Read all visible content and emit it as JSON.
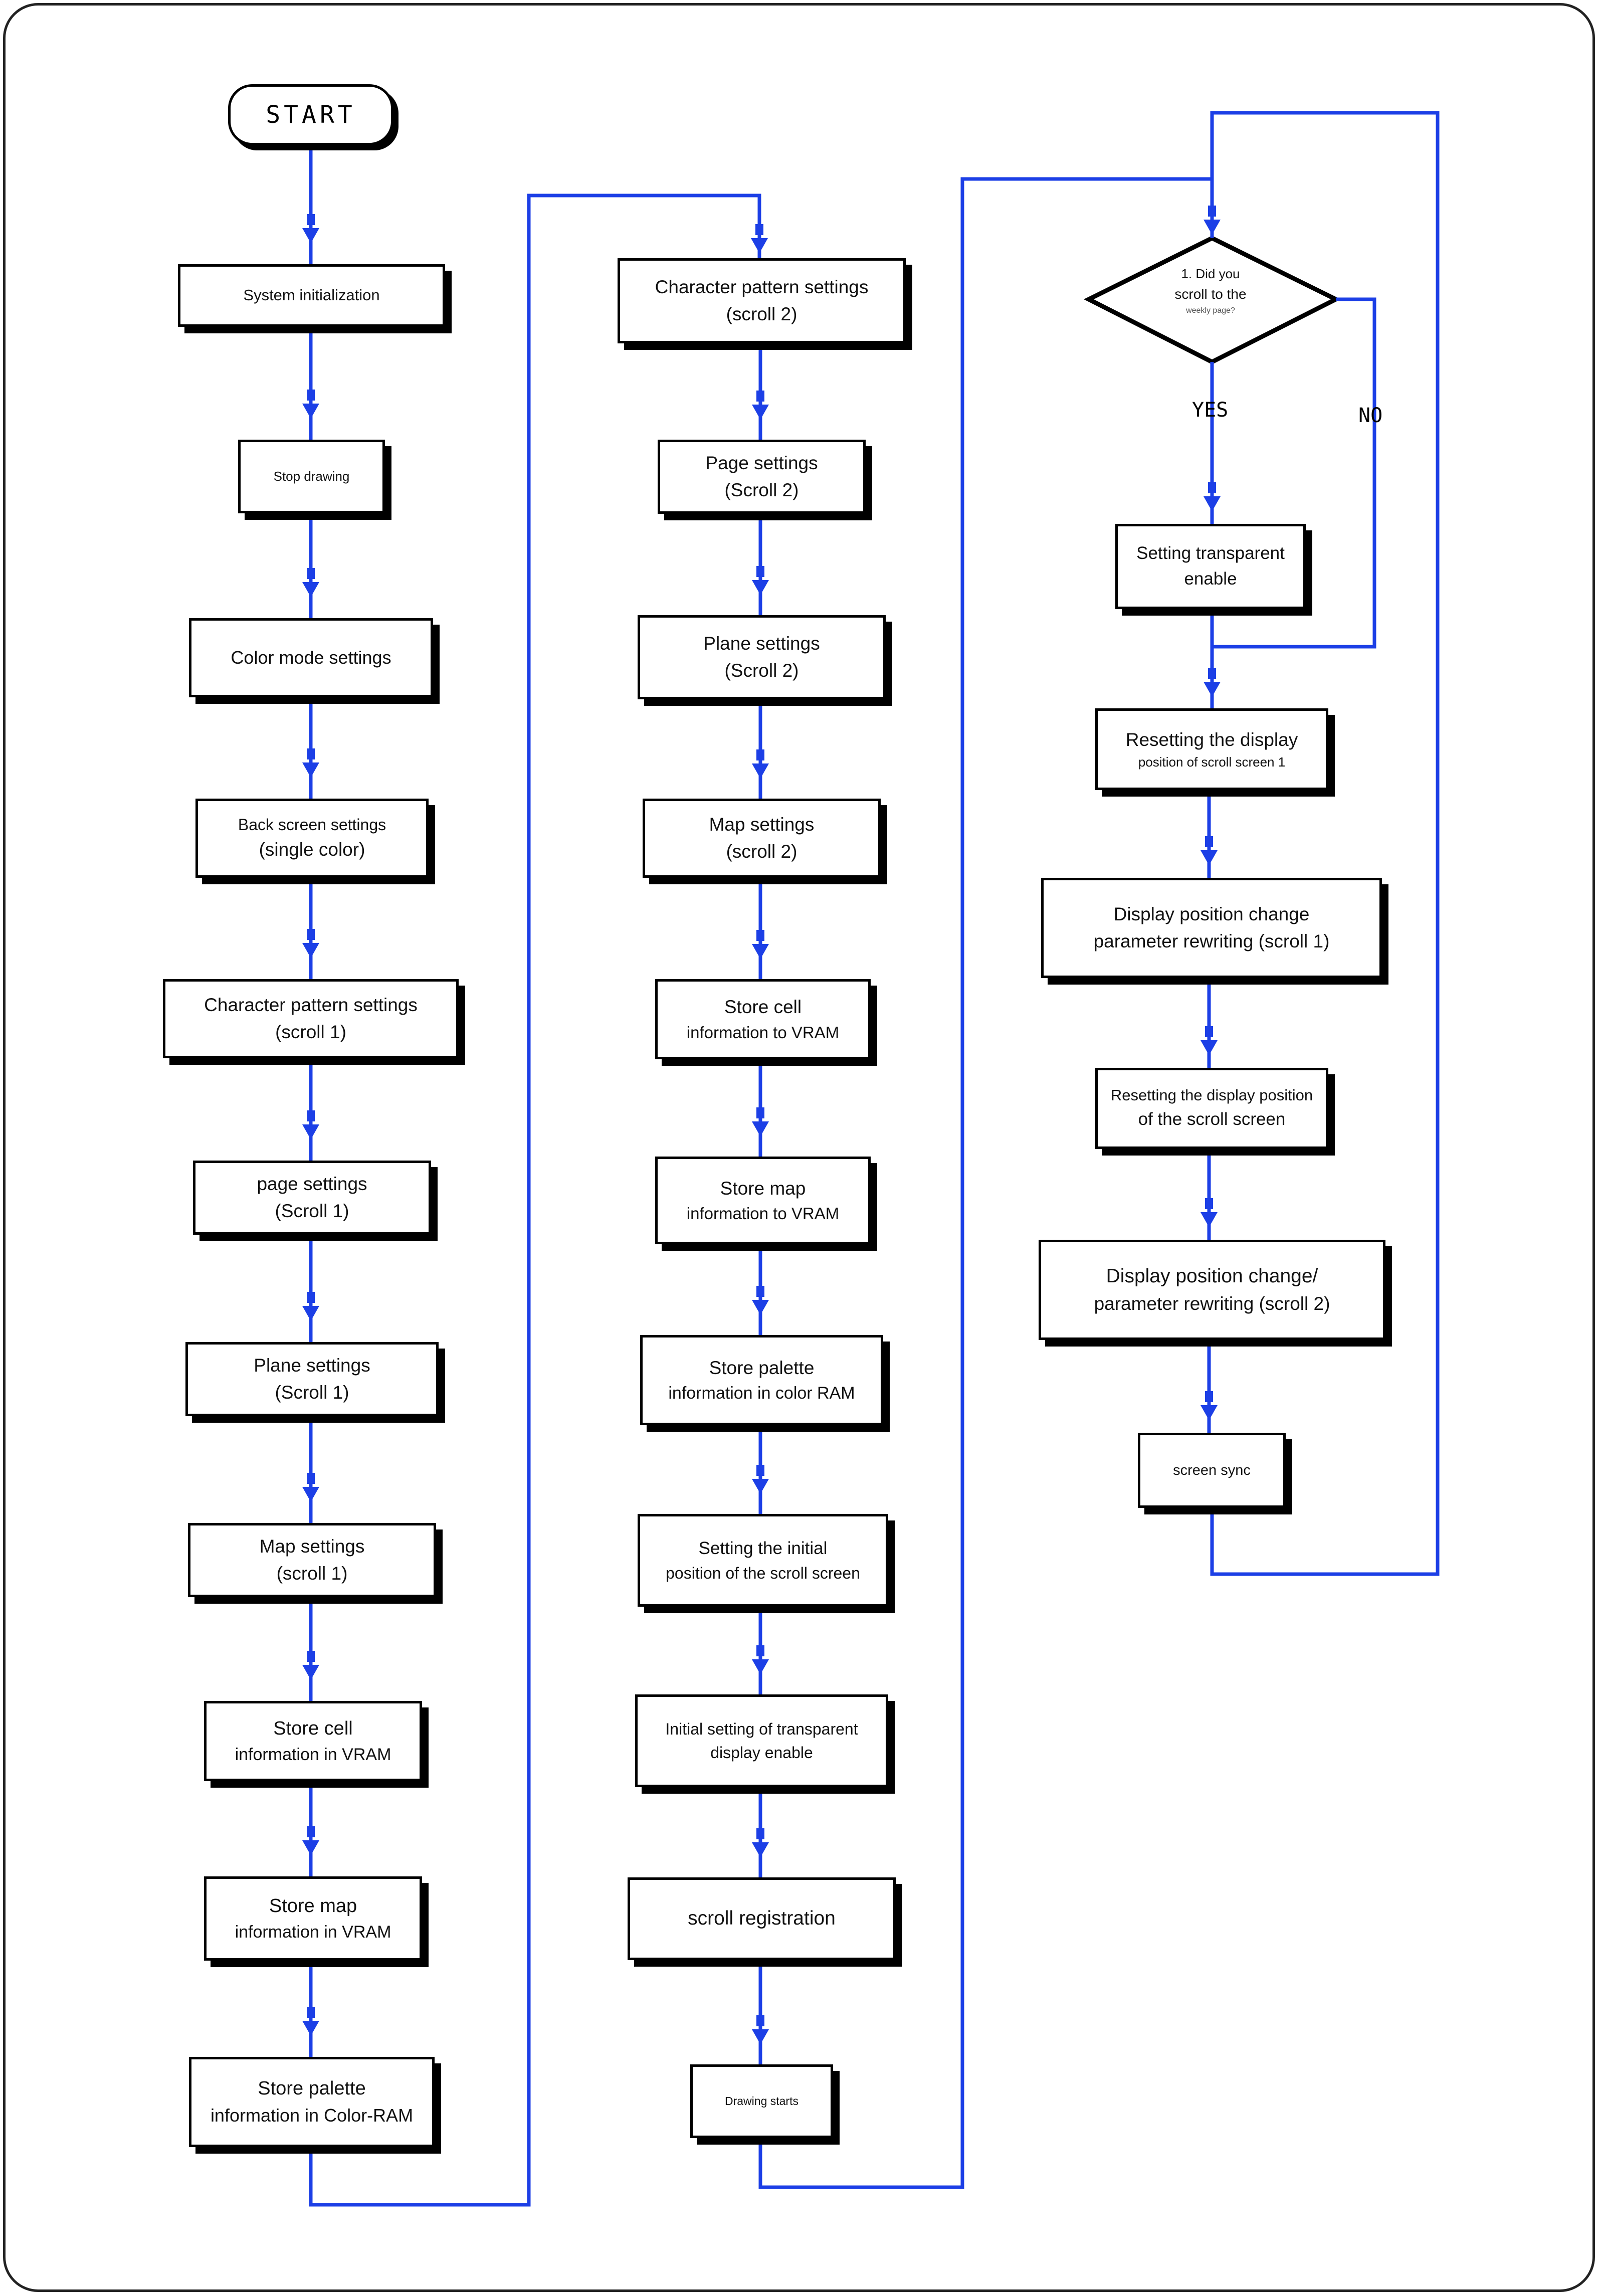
{
  "start_label": "START",
  "col1": [
    {
      "line1": "System initialization",
      "line2": ""
    },
    {
      "line1": "Stop drawing",
      "line2": ""
    },
    {
      "line1": "Color mode settings",
      "line2": ""
    },
    {
      "line1": "Back screen settings",
      "line2": "(single color)"
    },
    {
      "line1": "Character pattern settings",
      "line2": "(scroll 1)"
    },
    {
      "line1": "page settings",
      "line2": "(Scroll 1)"
    },
    {
      "line1": "Plane settings",
      "line2": "(Scroll 1)"
    },
    {
      "line1": "Map settings",
      "line2": "(scroll 1)"
    },
    {
      "line1": "Store cell",
      "line2": "information in VRAM"
    },
    {
      "line1": "Store map",
      "line2": "information in VRAM"
    },
    {
      "line1": "Store palette",
      "line2": "information in Color-RAM"
    }
  ],
  "col2": [
    {
      "line1": "Character pattern settings",
      "line2": "(scroll 2)"
    },
    {
      "line1": "Page settings",
      "line2": "(Scroll 2)"
    },
    {
      "line1": "Plane settings",
      "line2": "(Scroll 2)"
    },
    {
      "line1": "Map settings",
      "line2": "(scroll 2)"
    },
    {
      "line1": "Store cell",
      "line2": "information to VRAM"
    },
    {
      "line1": "Store map",
      "line2": "information to VRAM"
    },
    {
      "line1": "Store palette",
      "line2": "information in color RAM"
    },
    {
      "line1": "Setting the initial",
      "line2": "position of the scroll screen"
    },
    {
      "line1": "Initial setting of transparent",
      "line2": "display enable"
    },
    {
      "line1": "scroll registration",
      "line2": ""
    },
    {
      "line1": "Drawing starts",
      "line2": ""
    }
  ],
  "decision": {
    "line1": "1. Did you",
    "line2": "scroll to the",
    "line3": "weekly page?"
  },
  "yes_label": "YES",
  "no_label": "NO",
  "col3": [
    {
      "line1": "Setting transparent",
      "line2": "enable"
    },
    {
      "line1": "Resetting the display",
      "line2": "position of scroll screen 1"
    },
    {
      "line1": "Display position change",
      "line2": "parameter rewriting (scroll 1)"
    },
    {
      "line1": "Resetting the display position",
      "line2": "of the scroll screen"
    },
    {
      "line1": "Display position change/",
      "line2": "parameter rewriting (scroll 2)"
    },
    {
      "line1": "screen sync",
      "line2": ""
    }
  ],
  "colors": {
    "connector": "#1c3fe6",
    "box_border": "#000000",
    "box_shadow": "#000000"
  }
}
